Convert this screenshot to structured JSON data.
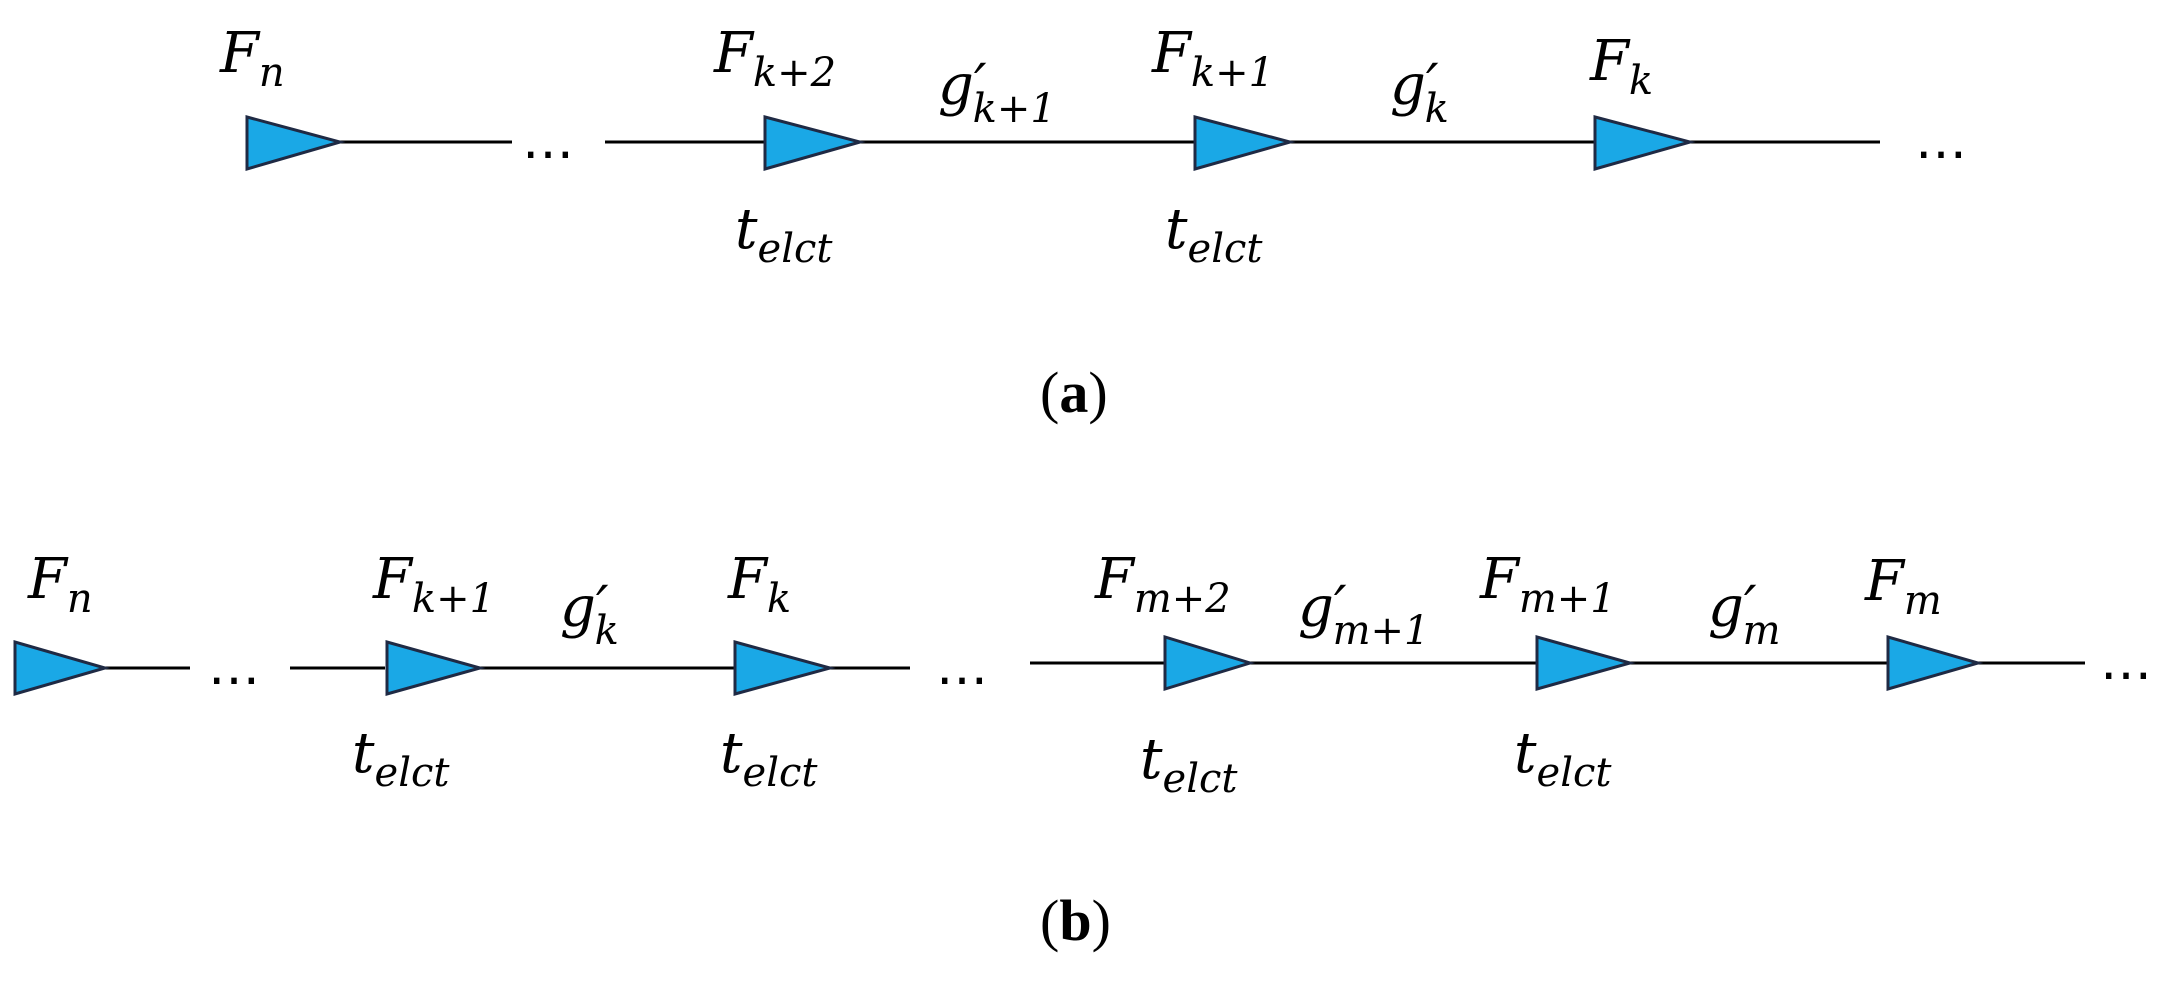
{
  "panel_a": {
    "caption_open": "(",
    "caption_letter": "a",
    "caption_close": ")",
    "nodes": [
      {
        "base": "F",
        "sub": "n"
      },
      {
        "base": "F",
        "sub": "k+2"
      },
      {
        "base": "F",
        "sub": "k+1"
      },
      {
        "base": "F",
        "sub": "k"
      }
    ],
    "edges": [
      {
        "base": "g",
        "prime": "′",
        "sub": "k+1"
      },
      {
        "base": "g",
        "prime": "′",
        "sub": "k"
      }
    ],
    "times": [
      {
        "base": "t",
        "sub": "elct"
      },
      {
        "base": "t",
        "sub": "elct"
      }
    ],
    "ellipsis": "…"
  },
  "panel_b": {
    "caption_open": "(",
    "caption_letter": "b",
    "caption_close": ")",
    "nodes": [
      {
        "base": "F",
        "sub": "n"
      },
      {
        "base": "F",
        "sub": "k+1"
      },
      {
        "base": "F",
        "sub": "k"
      },
      {
        "base": "F",
        "sub": "m+2"
      },
      {
        "base": "F",
        "sub": "m+1"
      },
      {
        "base": "F",
        "sub": "m"
      }
    ],
    "edges": [
      {
        "base": "g",
        "prime": "′",
        "sub": "k"
      },
      {
        "base": "g",
        "prime": "′",
        "sub": "m+1"
      },
      {
        "base": "g",
        "prime": "′",
        "sub": "m"
      }
    ],
    "times": [
      {
        "base": "t",
        "sub": "elct"
      },
      {
        "base": "t",
        "sub": "elct"
      },
      {
        "base": "t",
        "sub": "elct"
      },
      {
        "base": "t",
        "sub": "elct"
      }
    ],
    "ellipsis": "…"
  },
  "colors": {
    "triangle_fill": "#1aa8e6",
    "triangle_stroke": "#1f2a44",
    "line": "#000000"
  }
}
